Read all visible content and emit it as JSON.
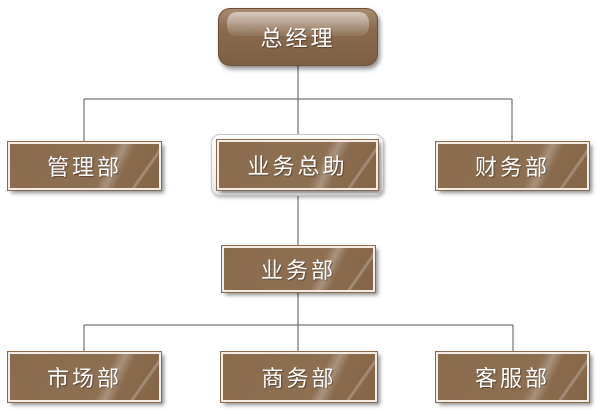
{
  "org_chart": {
    "top": {
      "label": "总经理"
    },
    "level2": [
      {
        "label": "管理部"
      },
      {
        "label": "业务总助"
      },
      {
        "label": "财务部"
      }
    ],
    "level3": {
      "label": "业务部"
    },
    "level4": [
      {
        "label": "市场部"
      },
      {
        "label": "商务部"
      },
      {
        "label": "客服部"
      }
    ],
    "colors": {
      "box_fill": "#8a6b4e",
      "box_border": "#f3ece4",
      "connector": "#555555",
      "text": "#ffffff"
    }
  }
}
